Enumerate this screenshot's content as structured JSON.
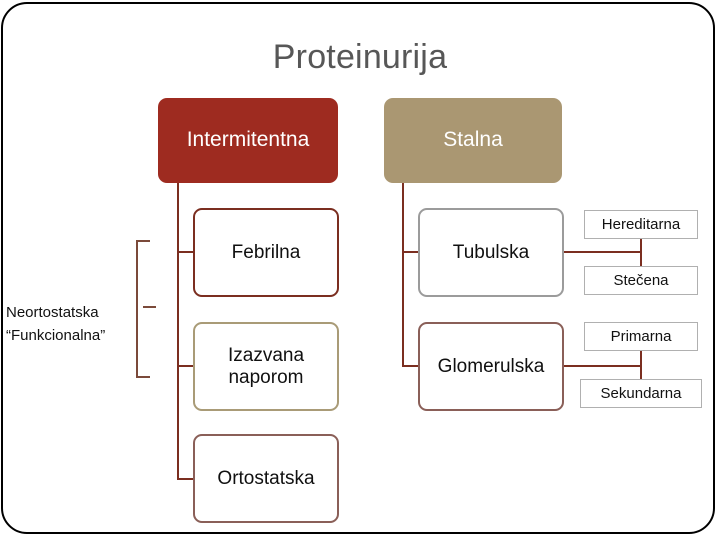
{
  "slide": {
    "title": "Proteinurija",
    "background_color": "#ffffff",
    "frame_color": "#000000",
    "title_color": "#575757"
  },
  "nodes": {
    "level1": [
      {
        "id": "intermitentna",
        "label": "Intermitentna",
        "fill": "#9e2b20",
        "text_color": "#ffffff"
      },
      {
        "id": "stalna",
        "label": "Stalna",
        "fill": "#aa9772",
        "text_color": "#ffffff"
      }
    ],
    "left_branch": [
      {
        "id": "febrilna",
        "label": "Febrilna",
        "border": "#7b2e20"
      },
      {
        "id": "izazvana-naporom",
        "label": "Izazvana naporom",
        "line1": "Izazvana",
        "line2": "naporom",
        "border": "#a99b77"
      },
      {
        "id": "ortostatska",
        "label": "Ortostatska",
        "border": "#8a5f58"
      }
    ],
    "right_branch": [
      {
        "id": "tubulska",
        "label": "Tubulska",
        "border": "#9b9b9b"
      },
      {
        "id": "glomerulska",
        "label": "Glomerulska",
        "border": "#8a5f58"
      }
    ],
    "chips": [
      {
        "id": "hereditarna",
        "label": "Hereditarna",
        "parent": "tubulska"
      },
      {
        "id": "stecena",
        "label": "Stečena",
        "parent": "tubulska"
      },
      {
        "id": "primarna",
        "label": "Primarna",
        "parent": "glomerulska"
      },
      {
        "id": "sekundarna",
        "label": "Sekundarna",
        "parent": "glomerulska"
      }
    ]
  },
  "side_label": {
    "line1": "Neortostatska",
    "line2": "“Funkcionalna”"
  },
  "connectors": {
    "color": "#7b2e20",
    "bracket_color": "#7b4a3a"
  }
}
